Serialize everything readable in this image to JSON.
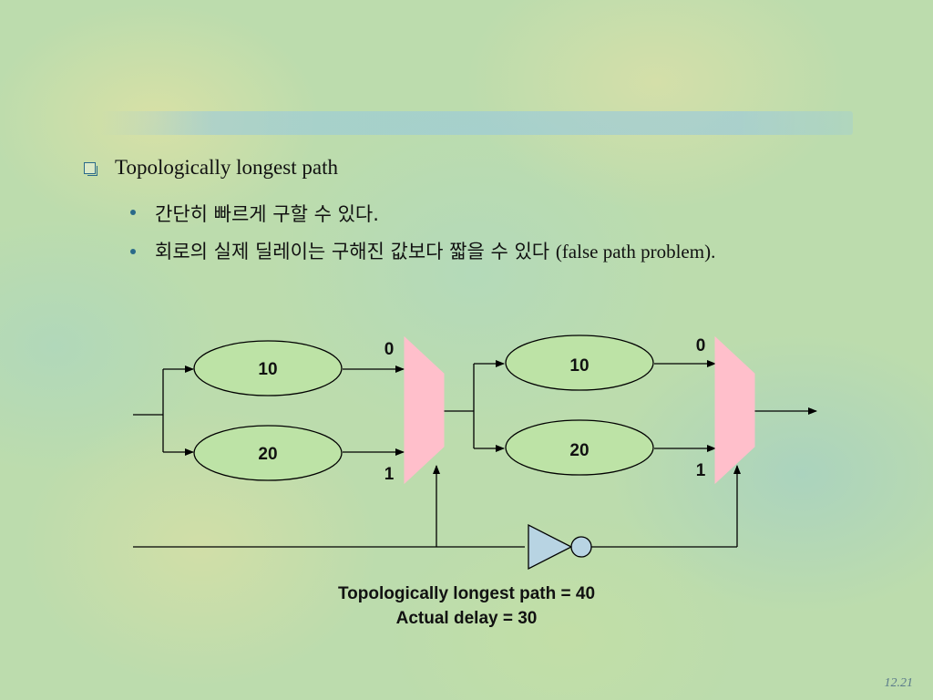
{
  "slide": {
    "heading": "Topologically longest path",
    "bullets": [
      {
        "ko": "간단히 빠르게 구할 수 있다.",
        "en": ""
      },
      {
        "ko": "회로의 실제 딜레이는 구해진 값보다 짧을 수 있다 ",
        "en": "(false path problem)."
      }
    ],
    "page_number": "12.21"
  },
  "diagram": {
    "stage1": {
      "top_delay": "10",
      "bottom_delay": "20",
      "mux_in0": "0",
      "mux_in1": "1"
    },
    "stage2": {
      "top_delay": "10",
      "bottom_delay": "20",
      "mux_in0": "0",
      "mux_in1": "1"
    },
    "caption_line1": "Topologically longest path = 40",
    "caption_line2": "Actual delay = 30",
    "colors": {
      "delay_fill": "#bde3a6",
      "mux_fill": "#ffbfcb",
      "inverter_fill": "#b8d4e3",
      "wire": "#000000"
    }
  }
}
